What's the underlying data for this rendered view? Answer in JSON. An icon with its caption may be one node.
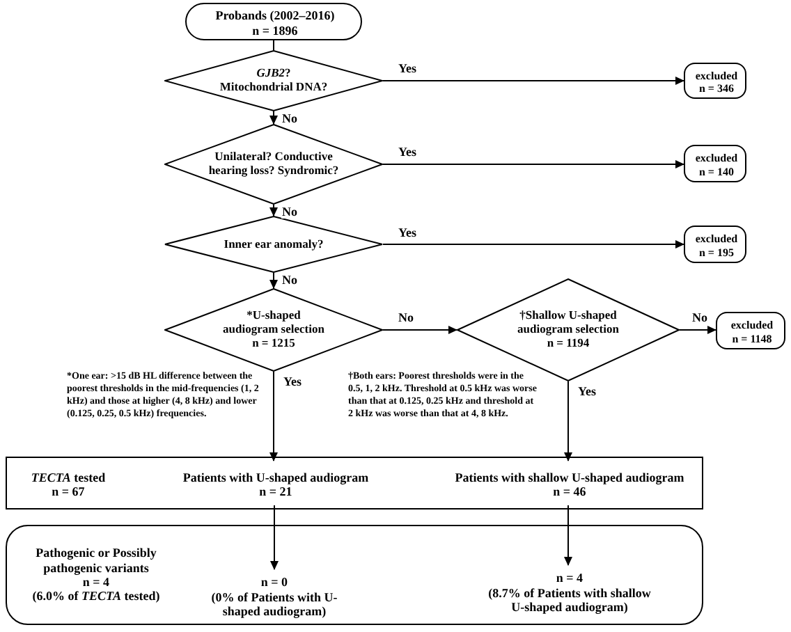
{
  "diagram": {
    "nodes": [
      {
        "text": [
          "Probands (2002–2016)",
          "n = 1896"
        ]
      },
      {
        "text": [
          "*GJB2*? Mitochondrial DNA?"
        ]
      },
      {
        "text": [
          "excluded",
          "n = 346"
        ]
      },
      {
        "text": [
          "Unilateral? Conductive hearing loss? Syndromic?"
        ]
      },
      {
        "text": [
          "excluded",
          "n = 140"
        ]
      },
      {
        "text": [
          "Inner ear anomaly?"
        ]
      },
      {
        "text": [
          "excluded",
          "n = 195"
        ]
      },
      {
        "text": [
          "*U-shaped audiogram selection",
          "n = 1215"
        ]
      },
      {
        "text": [
          "†Shallow U-shaped audiogram selection",
          "n = 1194"
        ]
      },
      {
        "text": [
          "excluded",
          "n = 1148"
        ]
      },
      {
        "text": [
          "*TECTA* tested",
          "n = 67"
        ]
      },
      {
        "text": [
          "Patients with U-shaped audiogram",
          "n = 21"
        ],
        "in": 10
      },
      {
        "text": [
          "Patients with shallow U-shaped audiogram",
          "n = 46"
        ],
        "in": 10
      },
      {
        "text": [
          "Pathogenic or Possibly pathogenic variants",
          "n = 4",
          "(6.0% of *TECTA* tested)"
        ]
      },
      {
        "text": [
          "n = 0",
          "(0% of Patients with U-shaped audiogram)"
        ],
        "in": 13
      },
      {
        "text": [
          "n = 4",
          "(8.7% of Patients with shallow U-shaped audiogram)"
        ],
        "in": 13
      }
    ],
    "edges": [
      {
        "from": 0,
        "to": 1,
        "arrow": "none"
      },
      {
        "from": 1,
        "to": 2,
        "arrow": "to",
        "label": "Yes"
      },
      {
        "from": 1,
        "to": 3,
        "arrow": "to",
        "label": "No"
      },
      {
        "from": 3,
        "to": 4,
        "arrow": "to",
        "label": "Yes"
      },
      {
        "from": 3,
        "to": 5,
        "arrow": "to",
        "label": "No"
      },
      {
        "from": 5,
        "to": 6,
        "arrow": "to",
        "label": "Yes"
      },
      {
        "from": 5,
        "to": 7,
        "arrow": "to",
        "label": "No"
      },
      {
        "from": 7,
        "to": 8,
        "arrow": "to",
        "label": "No"
      },
      {
        "from": 8,
        "to": 9,
        "arrow": "to",
        "label": "No"
      },
      {
        "from": 7,
        "to": 11,
        "arrow": "to",
        "label": "Yes"
      },
      {
        "from": 8,
        "to": 12,
        "arrow": "to",
        "label": "Yes"
      },
      {
        "from": 11,
        "to": 14,
        "arrow": "to"
      },
      {
        "from": 12,
        "to": 15,
        "arrow": "to"
      }
    ],
    "labels": [
      "*One ear: >15 dB HL difference between the poorest thresholds in the mid-frequencies (1, 2 kHz) and those at higher (4, 8 kHz) and lower (0.125, 0.25, 0.5 kHz) frequencies.",
      "†Both ears: Poorest thresholds were in the 0.5, 1, 2 kHz. Threshold at 0.5 kHz was worse than that at 0.125, 0.25 kHz and threshold at 2 kHz was worse than that at 4, 8 kHz."
    ]
  }
}
